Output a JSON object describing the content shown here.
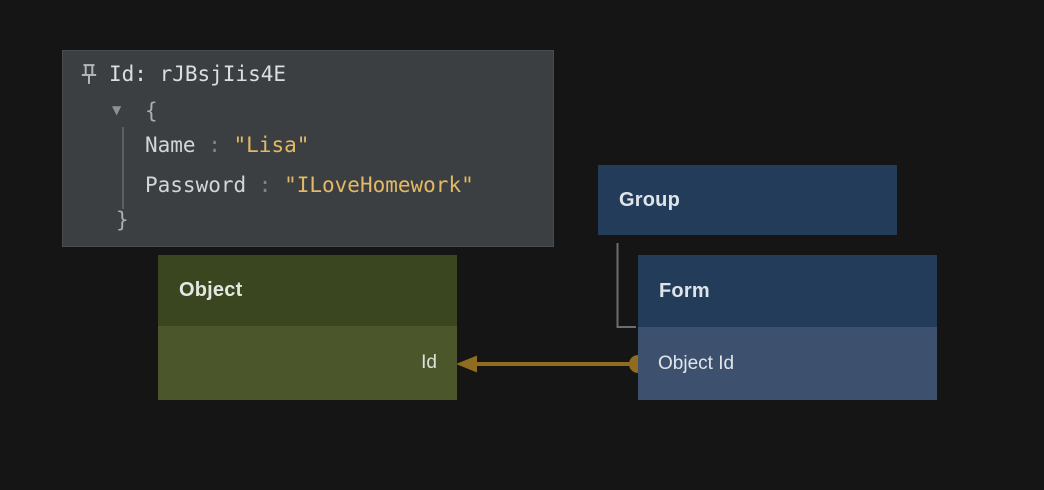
{
  "tooltip": {
    "title": "Id: rJBsjIis4E",
    "expander_glyph": "▼",
    "open_brace": "{",
    "close_brace": "}",
    "separator": " : ",
    "fields": [
      {
        "key": "Name",
        "value": "\"Lisa\""
      },
      {
        "key": "Password",
        "value": "\"ILoveHomework\""
      }
    ]
  },
  "nodes": {
    "object": {
      "title": "Object",
      "field": "Id",
      "header_color": "#3a4620",
      "body_color": "#4c562b"
    },
    "group": {
      "title": "Group",
      "color": "#223c59"
    },
    "form": {
      "title": "Form",
      "field": "Object Id",
      "header_color": "#223c59",
      "body_color": "#3d516f"
    }
  },
  "connection": {
    "from_field": "Object Id",
    "to_field": "Id",
    "color": "#8f6c20"
  },
  "colors": {
    "canvas_bg": "#151515",
    "tooltip_bg": "#3c3f41",
    "string_value": "#e2b964",
    "hierarchy_line": "#6b6e70"
  }
}
